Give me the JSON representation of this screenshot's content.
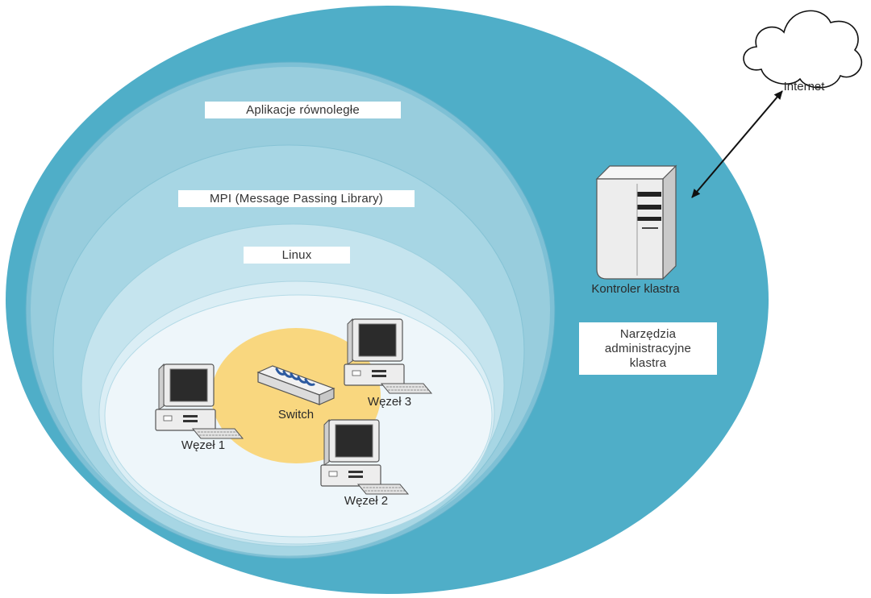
{
  "layers": {
    "apps_label": "Aplikacje równoległe",
    "mpi_label": "MPI (Message Passing Library)",
    "os_label": "Linux"
  },
  "nodes": {
    "switch_label": "Switch",
    "node1_label": "Węzeł 1",
    "node2_label": "Węzeł 2",
    "node3_label": "Węzeł 3"
  },
  "controller": {
    "label": "Kontroler klastra",
    "tools_line1": "Narzędzia",
    "tools_line2": "administracyjne",
    "tools_line3": "klastra"
  },
  "internet": {
    "label": "Internet"
  },
  "colors": {
    "outer": "#4faec8",
    "ring1": "#7ec0d5",
    "ring2": "#a4d3e1",
    "ring3": "#c3e2ec",
    "ring4": "#dcedf4",
    "inner": "#eef6fa",
    "switch_zone": "#f9d77f"
  },
  "icons": [
    "cloud-icon",
    "server-tower-icon",
    "network-switch-icon",
    "desktop-computer-icon"
  ]
}
